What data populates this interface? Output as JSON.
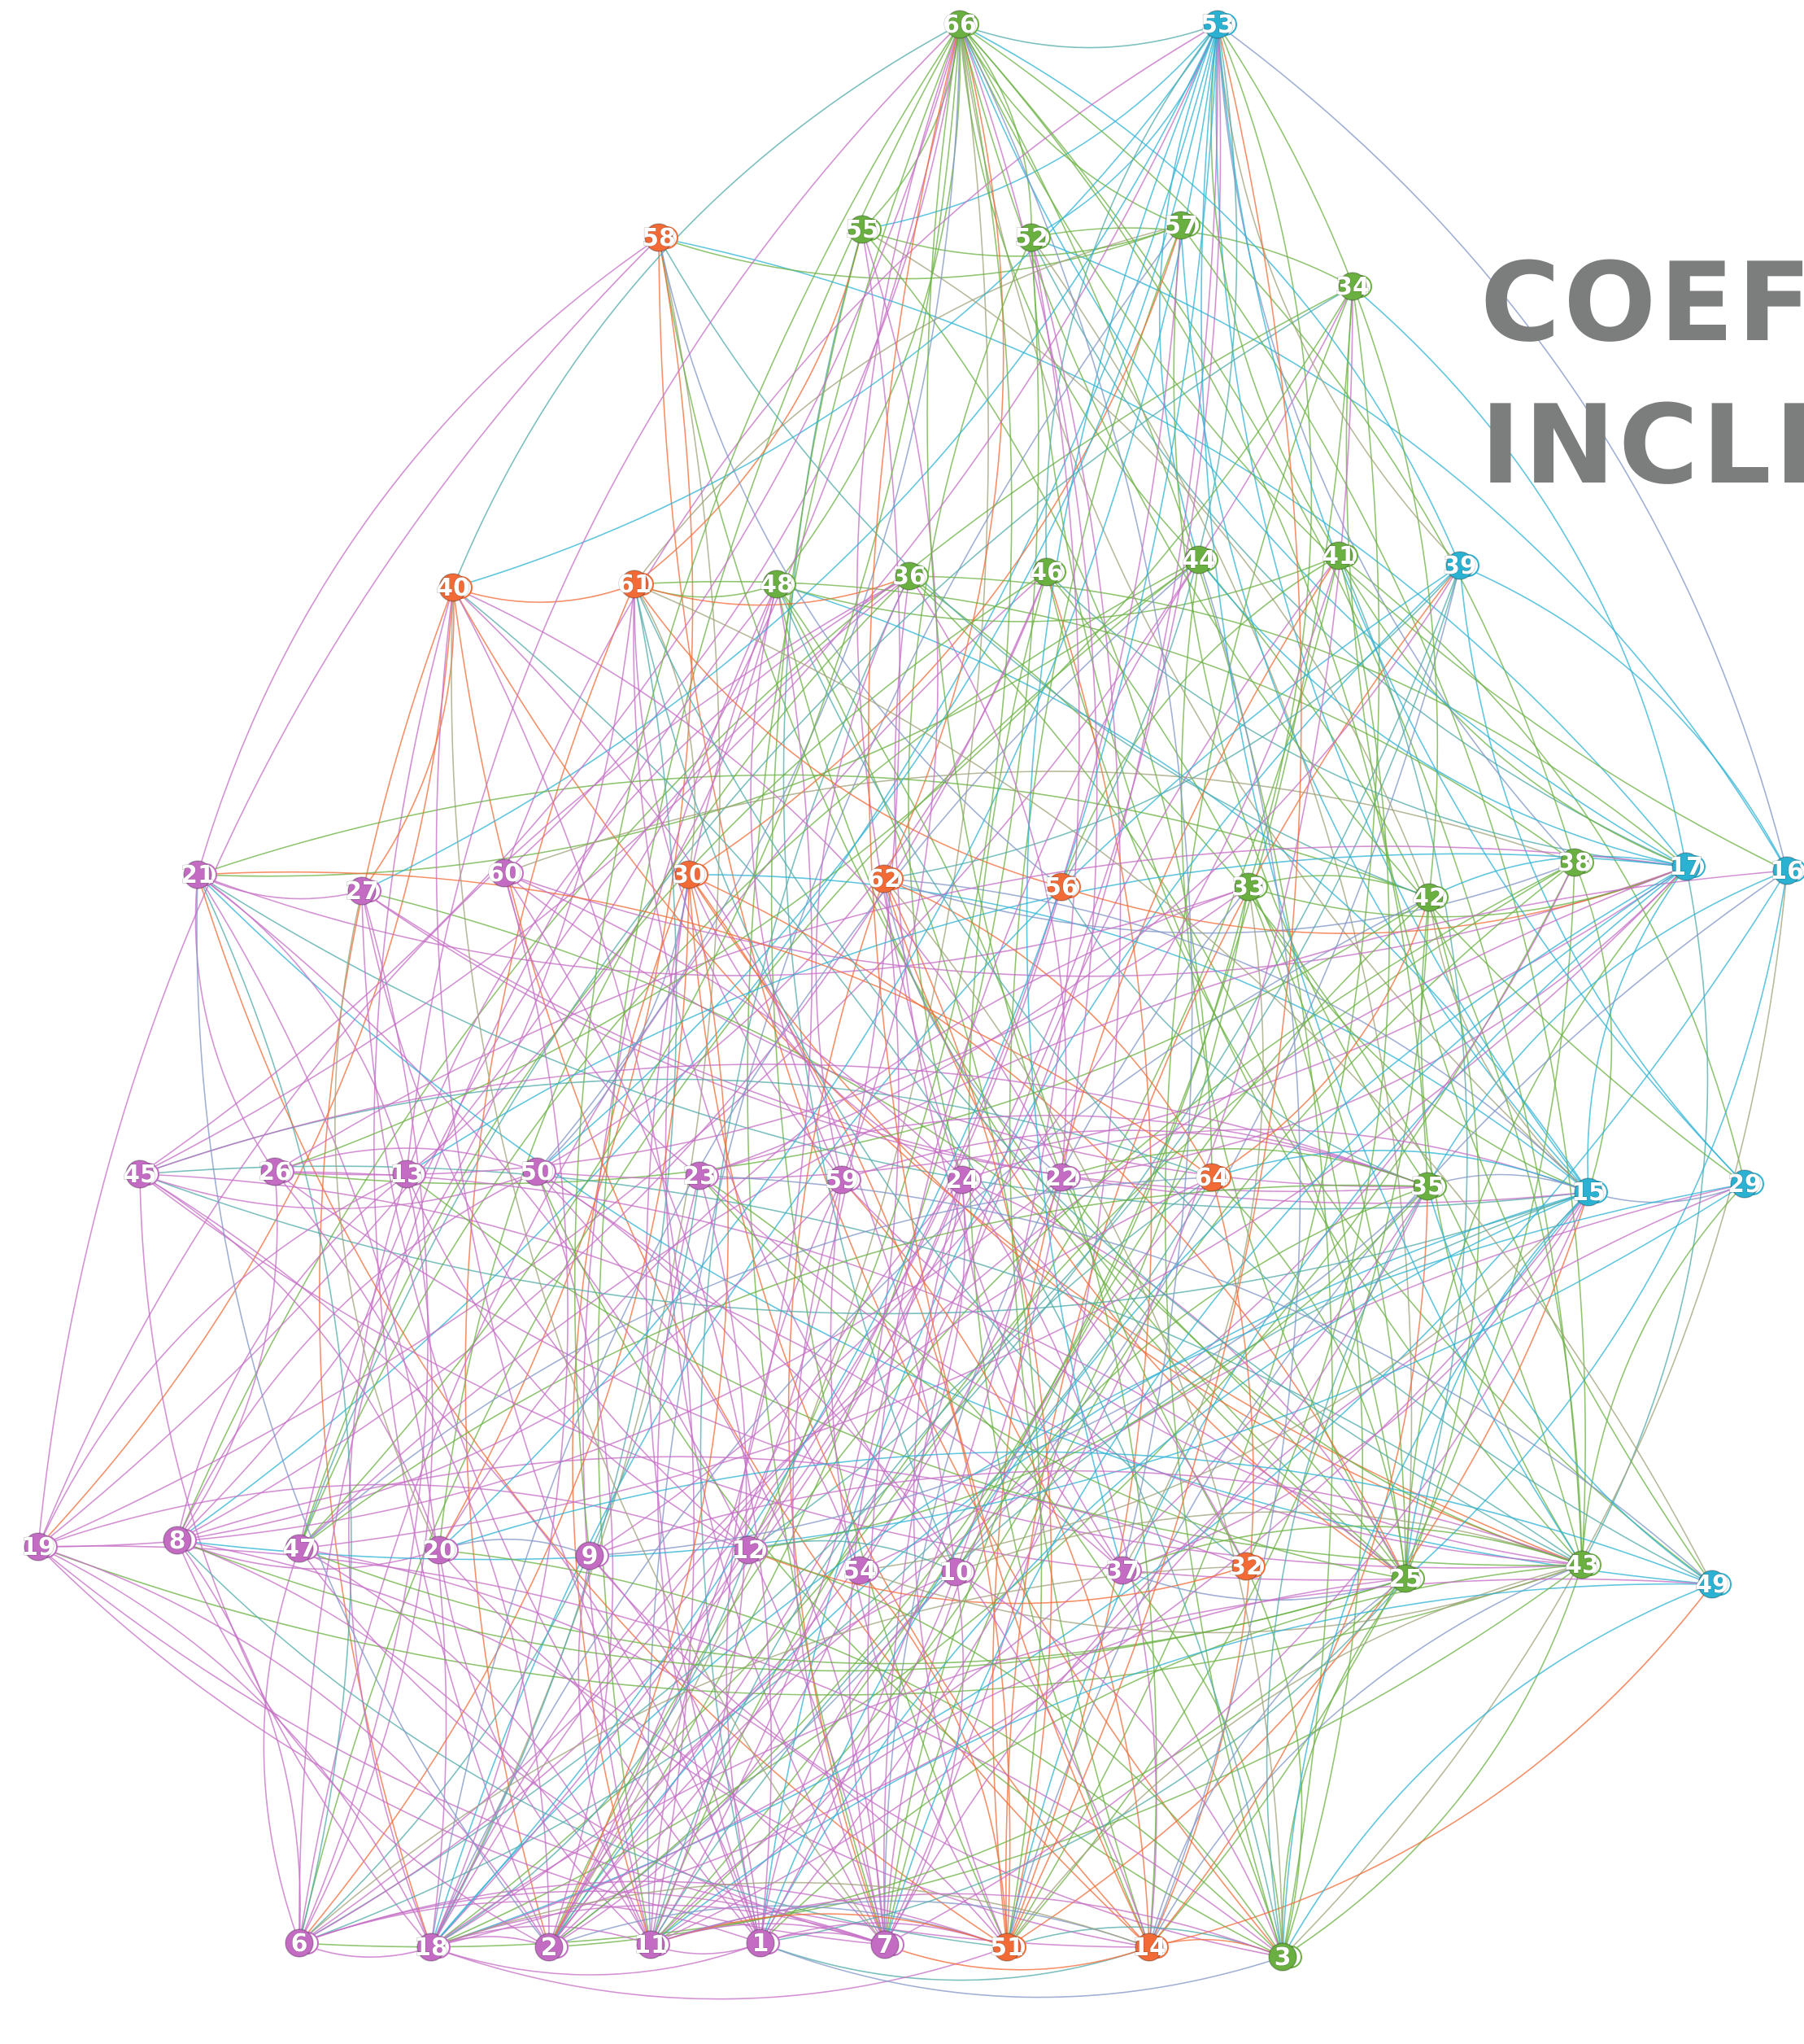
{
  "title": {
    "line1": "COEFI",
    "line2": "INCLI"
  },
  "colors": {
    "background": "#ffffff",
    "title": "#7b7e7d",
    "groups": {
      "purple": "#c46cc4",
      "orange": "#f26a36",
      "green": "#6ab041",
      "blue": "#2bb2d3"
    },
    "edge_extra": [
      "#7f94c6",
      "#a0a07a",
      "#4fa9a8"
    ]
  },
  "nodes": [
    {
      "id": "66",
      "group": "green"
    },
    {
      "id": "53",
      "group": "blue"
    },
    {
      "id": "58",
      "group": "orange"
    },
    {
      "id": "55",
      "group": "green"
    },
    {
      "id": "52",
      "group": "green"
    },
    {
      "id": "57",
      "group": "green"
    },
    {
      "id": "34",
      "group": "green"
    },
    {
      "id": "40",
      "group": "orange"
    },
    {
      "id": "61",
      "group": "orange"
    },
    {
      "id": "48",
      "group": "green"
    },
    {
      "id": "36",
      "group": "green"
    },
    {
      "id": "46",
      "group": "green"
    },
    {
      "id": "44",
      "group": "green"
    },
    {
      "id": "41",
      "group": "green"
    },
    {
      "id": "39",
      "group": "blue"
    },
    {
      "id": "21",
      "group": "purple"
    },
    {
      "id": "27",
      "group": "purple"
    },
    {
      "id": "60",
      "group": "purple"
    },
    {
      "id": "30",
      "group": "orange"
    },
    {
      "id": "62",
      "group": "orange"
    },
    {
      "id": "56",
      "group": "orange"
    },
    {
      "id": "33",
      "group": "green"
    },
    {
      "id": "42",
      "group": "green"
    },
    {
      "id": "38",
      "group": "green"
    },
    {
      "id": "17",
      "group": "blue"
    },
    {
      "id": "16",
      "group": "blue"
    },
    {
      "id": "45",
      "group": "purple"
    },
    {
      "id": "26",
      "group": "purple"
    },
    {
      "id": "13",
      "group": "purple"
    },
    {
      "id": "50",
      "group": "purple"
    },
    {
      "id": "23",
      "group": "purple"
    },
    {
      "id": "59",
      "group": "purple"
    },
    {
      "id": "24",
      "group": "purple"
    },
    {
      "id": "22",
      "group": "purple"
    },
    {
      "id": "64",
      "group": "orange"
    },
    {
      "id": "35",
      "group": "green"
    },
    {
      "id": "15",
      "group": "blue"
    },
    {
      "id": "29",
      "group": "blue"
    },
    {
      "id": "19",
      "group": "purple"
    },
    {
      "id": "8",
      "group": "purple"
    },
    {
      "id": "47",
      "group": "purple"
    },
    {
      "id": "20",
      "group": "purple"
    },
    {
      "id": "9",
      "group": "purple"
    },
    {
      "id": "12",
      "group": "purple"
    },
    {
      "id": "54",
      "group": "purple"
    },
    {
      "id": "10",
      "group": "purple"
    },
    {
      "id": "37",
      "group": "purple"
    },
    {
      "id": "32",
      "group": "orange"
    },
    {
      "id": "25",
      "group": "green"
    },
    {
      "id": "43",
      "group": "green"
    },
    {
      "id": "49",
      "group": "blue"
    },
    {
      "id": "6",
      "group": "purple"
    },
    {
      "id": "18",
      "group": "purple"
    },
    {
      "id": "2",
      "group": "purple"
    },
    {
      "id": "11",
      "group": "purple"
    },
    {
      "id": "1",
      "group": "purple"
    },
    {
      "id": "7",
      "group": "purple"
    },
    {
      "id": "51",
      "group": "orange"
    },
    {
      "id": "14",
      "group": "orange"
    },
    {
      "id": "3",
      "group": "green"
    }
  ]
}
